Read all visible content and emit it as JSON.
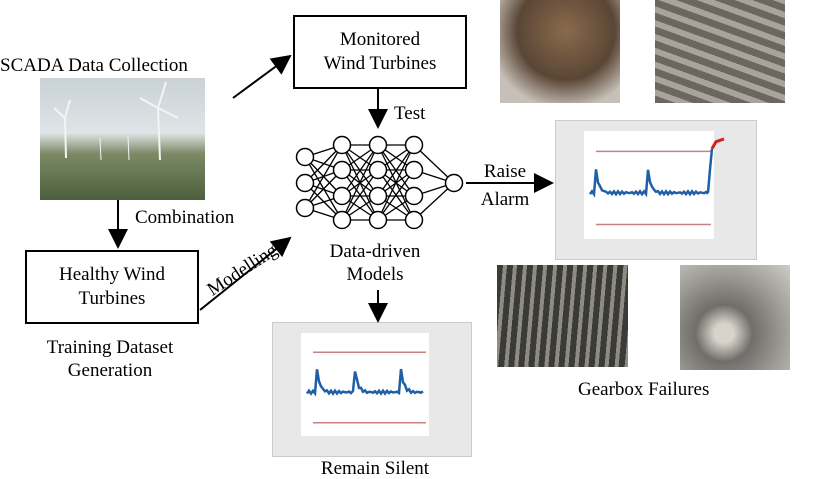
{
  "scada_label": "SCADA Data Collection",
  "monitored_box": {
    "line1": "Monitored",
    "line2": "Wind Turbines"
  },
  "healthy_box": {
    "line1": "Healthy Wind",
    "line2": "Turbines"
  },
  "test_label": "Test",
  "combination_label": "Combination",
  "modelling_label": "Modelling",
  "raise_alarm": {
    "line1": "Raise",
    "line2": "Alarm"
  },
  "models_label": {
    "line1": "Data-driven",
    "line2": "Models"
  },
  "training_label": {
    "line1": "Training Dataset",
    "line2": "Generation"
  },
  "remain_silent_label": "Remain Silent",
  "gearbox_failures_label": "Gearbox Failures",
  "colors": {
    "series": "#1f5fa8",
    "threshold": "#c98080",
    "alarm": "#d02020"
  }
}
